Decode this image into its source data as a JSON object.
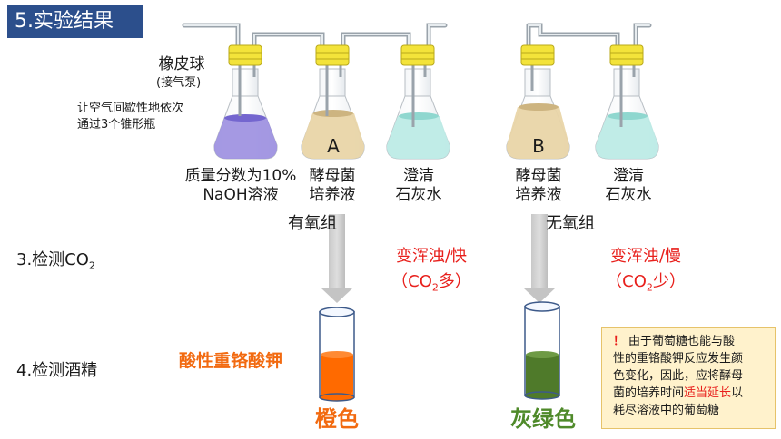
{
  "title": "5.实验结果",
  "pump": {
    "name": "橡皮球",
    "sub": "(接气泵)",
    "desc_line1": "让空气间歇性地依次",
    "desc_line2": "通过3个锥形瓶"
  },
  "flasks": {
    "naoh_line1": "质量分数为10%",
    "naoh_line2": "NaOH溶液",
    "yeast_line1": "酵母菌",
    "yeast_line2": "培养液",
    "lime_line1": "澄清",
    "lime_line2": "石灰水",
    "letter_a": "A",
    "letter_b": "B"
  },
  "groups": {
    "aerobic": "有氧组",
    "anaerobic": "无氧组"
  },
  "steps": {
    "co2_prefix": "3.检测CO",
    "co2_sub": "2",
    "alcohol": "4.检测酒精"
  },
  "results": {
    "aerobic_co2": "变浑浊/快",
    "aerobic_open": "（CO",
    "aerobic_sub": "2",
    "aerobic_close": "多）",
    "anaerobic_co2": "变浑浊/慢",
    "anaerobic_open": "（CO",
    "anaerobic_sub": "2",
    "anaerobic_close": "少）"
  },
  "reagent": "酸性重铬酸钾",
  "color_results": {
    "aerobic": "橙色",
    "anaerobic": "灰绿色"
  },
  "note": {
    "mark": "！",
    "line1": "由于葡萄糖也能与酸",
    "line2": "性的重铬酸钾反应发生颜",
    "line3": "色变化，因此，应将酵母",
    "line4_pre": "菌的培养时间",
    "line4_hl": "适当延长",
    "line4_post": "以",
    "line5": "耗尽溶液中的葡萄糖"
  },
  "colors": {
    "title_bg": "#2c4f8c",
    "naoh": "#9b8ee0",
    "yeast": "#e9d5a8",
    "lime": "#bdebe6",
    "stopper": "#f3e33a",
    "orange_liquid": "#ff6a00",
    "green_liquid": "#4f7a2a",
    "red_text": "#e8201c"
  }
}
